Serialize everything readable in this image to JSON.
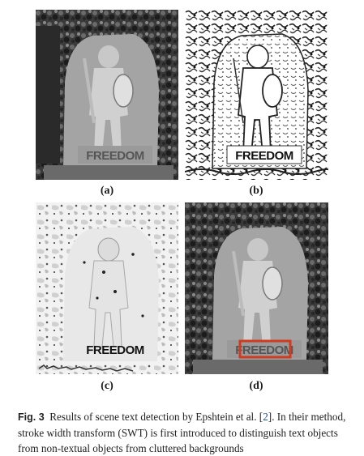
{
  "figure": {
    "panels": [
      {
        "id": "a",
        "label": "(a)",
        "kind": "grayscale-photo",
        "sign_text": "FREEDOM"
      },
      {
        "id": "b",
        "label": "(b)",
        "kind": "swt-edge-map",
        "sign_text": "FREEDOM"
      },
      {
        "id": "c",
        "label": "(c)",
        "kind": "swt-components",
        "sign_text": "FREEDOM"
      },
      {
        "id": "d",
        "label": "(d)",
        "kind": "detection-result",
        "sign_text": "FREEDOM",
        "box_color": "#d03a1e"
      }
    ],
    "caption": {
      "fig_label": "Fig. 3",
      "text_before_ref": "Results of scene text detection by Epshtein et al. [",
      "ref": "2",
      "text_after_ref": "]. In their method, stroke width transform (SWT) is first introduced to distinguish text objects from non-textual objects from cluttered backgrounds"
    }
  }
}
